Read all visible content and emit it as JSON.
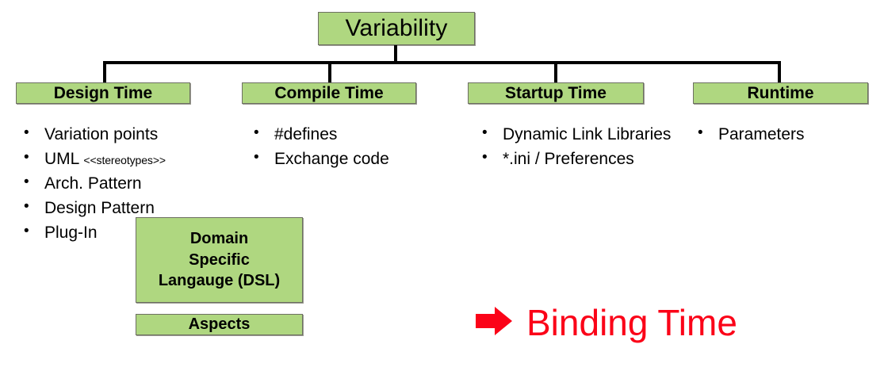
{
  "diagram": {
    "title": "Variability",
    "root": {
      "label": "Variability"
    },
    "categories": [
      {
        "label": "Design Time",
        "items": [
          {
            "text": "Variation points"
          },
          {
            "text": "UML",
            "suffix": "<<stereotypes>>"
          },
          {
            "text": "Arch. Pattern"
          },
          {
            "text": "Design Pattern"
          },
          {
            "text": "Plug-In"
          }
        ]
      },
      {
        "label": "Compile Time",
        "items": [
          {
            "text": "#defines"
          },
          {
            "text": "Exchange code"
          }
        ]
      },
      {
        "label": "Startup Time",
        "items": [
          {
            "text": "Dynamic Link Libraries"
          },
          {
            "text": "*.ini / Preferences"
          }
        ]
      },
      {
        "label": "Runtime",
        "items": [
          {
            "text": "Parameters"
          }
        ]
      }
    ],
    "extra_boxes": [
      {
        "name": "dsl",
        "lines": [
          "Domain",
          "Specific",
          "Langauge (DSL)"
        ]
      },
      {
        "name": "aspects",
        "lines": [
          "Aspects"
        ]
      }
    ],
    "callout": {
      "arrow_icon": "right-arrow-icon",
      "arrow_glyph": "➤",
      "label": "Binding Time",
      "color": "#fb0318"
    },
    "colors": {
      "box_fill": "#afd780",
      "box_border": "#6d6f63",
      "connector": "#000000",
      "callout": "#fb0318",
      "text": "#000000",
      "background": "#ffffff"
    },
    "bullet_glyph": "•"
  }
}
